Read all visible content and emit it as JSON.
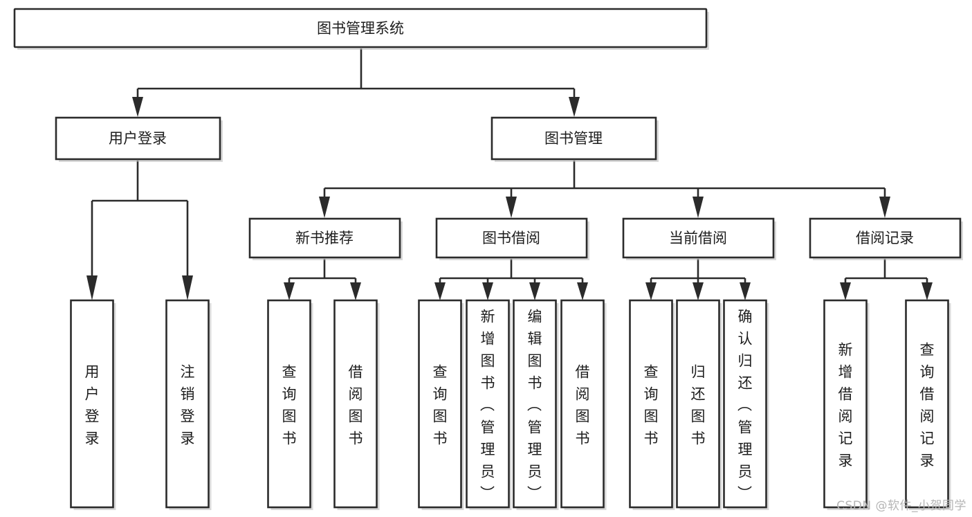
{
  "diagram": {
    "type": "tree-hierarchy",
    "title": "图书管理系统",
    "watermark": "CSDN @软件_小贺同学",
    "colors": {
      "box_stroke": "#2b2b2b",
      "box_fill": "#ffffff",
      "connector": "#2b2b2b",
      "text": "#1d1d1d",
      "background": "#ffffff",
      "watermark": "#b5b5b5"
    },
    "root": {
      "label": "图书管理系统"
    },
    "level2": [
      {
        "label": "用户登录"
      },
      {
        "label": "图书管理"
      }
    ],
    "level3": [
      {
        "label": "新书推荐"
      },
      {
        "label": "图书借阅"
      },
      {
        "label": "当前借阅"
      },
      {
        "label": "借阅记录"
      }
    ],
    "leaves": {
      "user_login": [
        {
          "label": "用户登录"
        },
        {
          "label": "注销登录"
        }
      ],
      "new_book": [
        {
          "label": "查询图书"
        },
        {
          "label": "借阅图书"
        }
      ],
      "book_borrow": [
        {
          "label": "查询图书"
        },
        {
          "label": "新增图书（管理员）"
        },
        {
          "label": "编辑图书（管理员）"
        },
        {
          "label": "借阅图书"
        }
      ],
      "current_borrow": [
        {
          "label": "查询图书"
        },
        {
          "label": "归还图书"
        },
        {
          "label": "确认归还（管理员）"
        }
      ],
      "borrow_record": [
        {
          "label": "新增借阅记录"
        },
        {
          "label": "查询借阅记录"
        }
      ]
    }
  }
}
